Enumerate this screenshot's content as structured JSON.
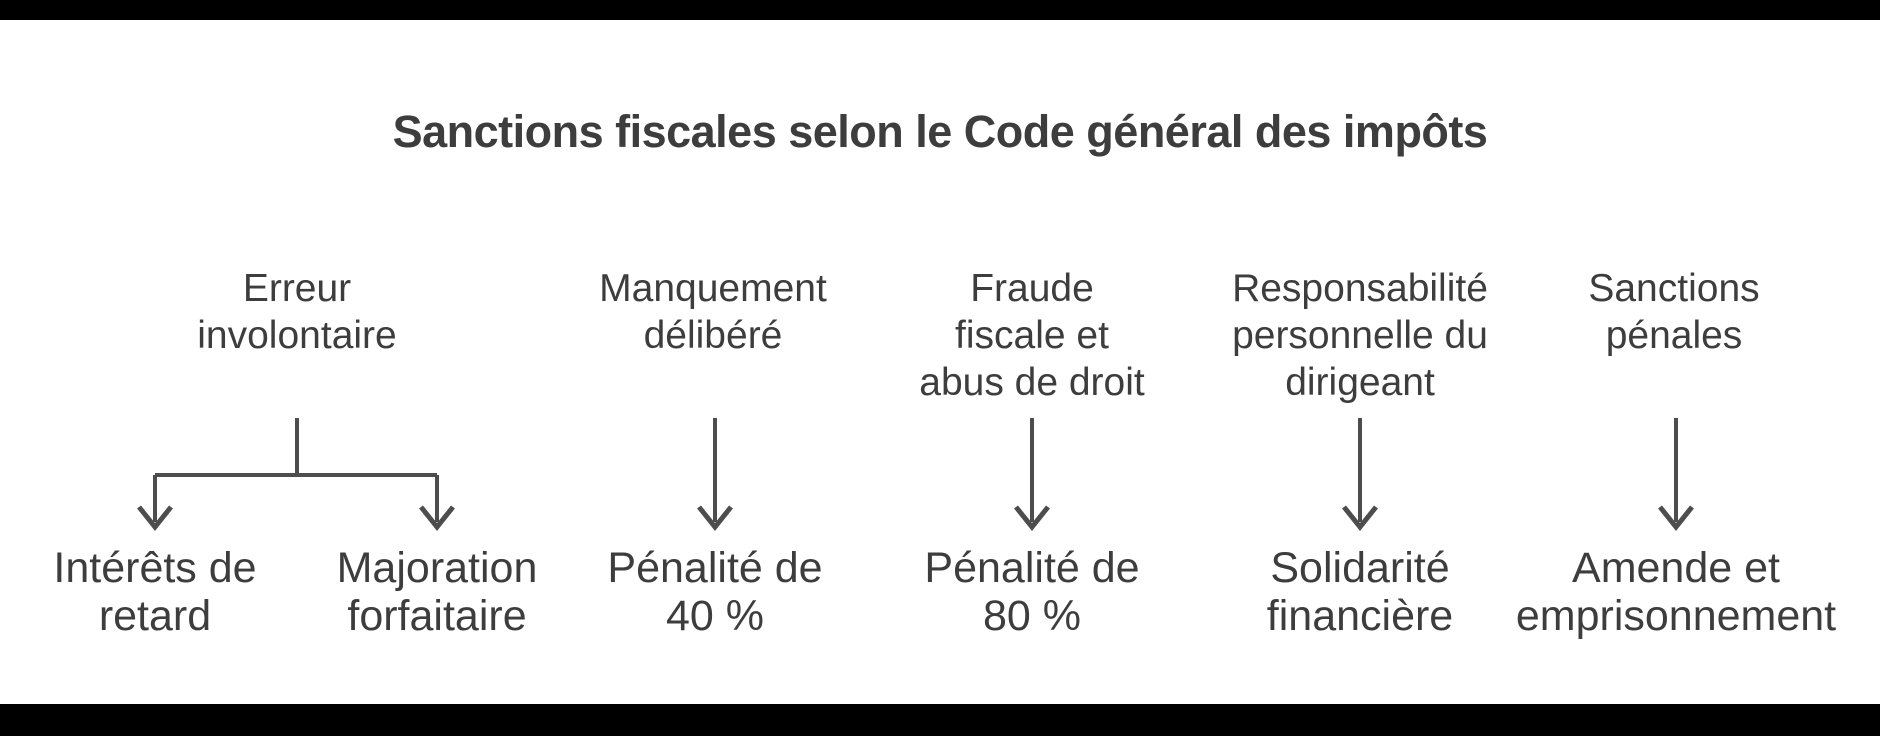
{
  "diagram": {
    "title": "Sanctions fiscales selon le Code général des impôts",
    "columns": [
      {
        "header": "Erreur\ninvolontaire",
        "children": [
          "Intérêts de\nretard",
          "Majoration\nforfaitaire"
        ]
      },
      {
        "header": "Manquement\ndélibéré",
        "children": [
          "Pénalité de\n40 %"
        ]
      },
      {
        "header": "Fraude\nfiscale et\nabus de droit",
        "children": [
          "Pénalité de\n80 %"
        ]
      },
      {
        "header": "Responsabilité\npersonnelle du\ndirigeant",
        "children": [
          "Solidarité\nfinancière"
        ]
      },
      {
        "header": "Sanctions\npénales",
        "children": [
          "Amende et\nemprisonnement"
        ]
      }
    ],
    "colors": {
      "text": "#3d3d3d",
      "connector": "#4d4d4d",
      "background": "#ffffff",
      "letterbox_bar": "#000000"
    }
  }
}
